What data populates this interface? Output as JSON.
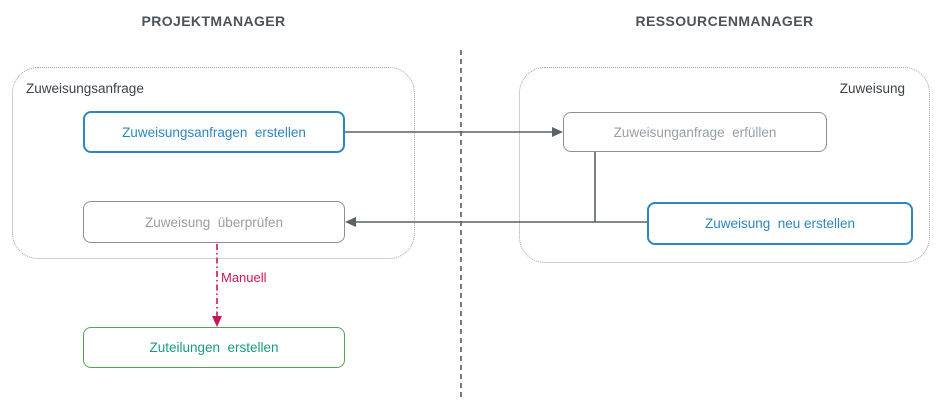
{
  "lanes": {
    "left_title": "PROJEKTMANAGER",
    "right_title": "RESSOURCENMANAGER"
  },
  "containers": {
    "left_label": "Zuweisungsanfrage",
    "right_label": "Zuweisung"
  },
  "nodes": {
    "create_request": {
      "label": "Zuweisungsanfragen  erstellen",
      "style": "blue"
    },
    "fulfill_request": {
      "label": "Zuweisunganfrage  erfüllen",
      "style": "gray"
    },
    "review_assignment": {
      "label": "Zuweisung  überprüfen",
      "style": "gray"
    },
    "create_new": {
      "label": "Zuweisung  neu erstellen",
      "style": "blue"
    },
    "create_allocation": {
      "label": "Zuteilungen  erstellen",
      "style": "green"
    }
  },
  "edges": {
    "manual_label": "Manuell"
  },
  "colors": {
    "blue_node": "#2e86c1",
    "gray_node_border": "#8b9095",
    "gray_node_text": "#979ea6",
    "green_node_border": "#54a354",
    "green_node_text": "#1a9b81",
    "arrow": "#5c6166",
    "manual_edge": "#cc145c",
    "lane_title_text": "#4c5359",
    "container_border": "#9aa0a5",
    "container_label_text": "#3d4349",
    "divider": "#58595b"
  }
}
